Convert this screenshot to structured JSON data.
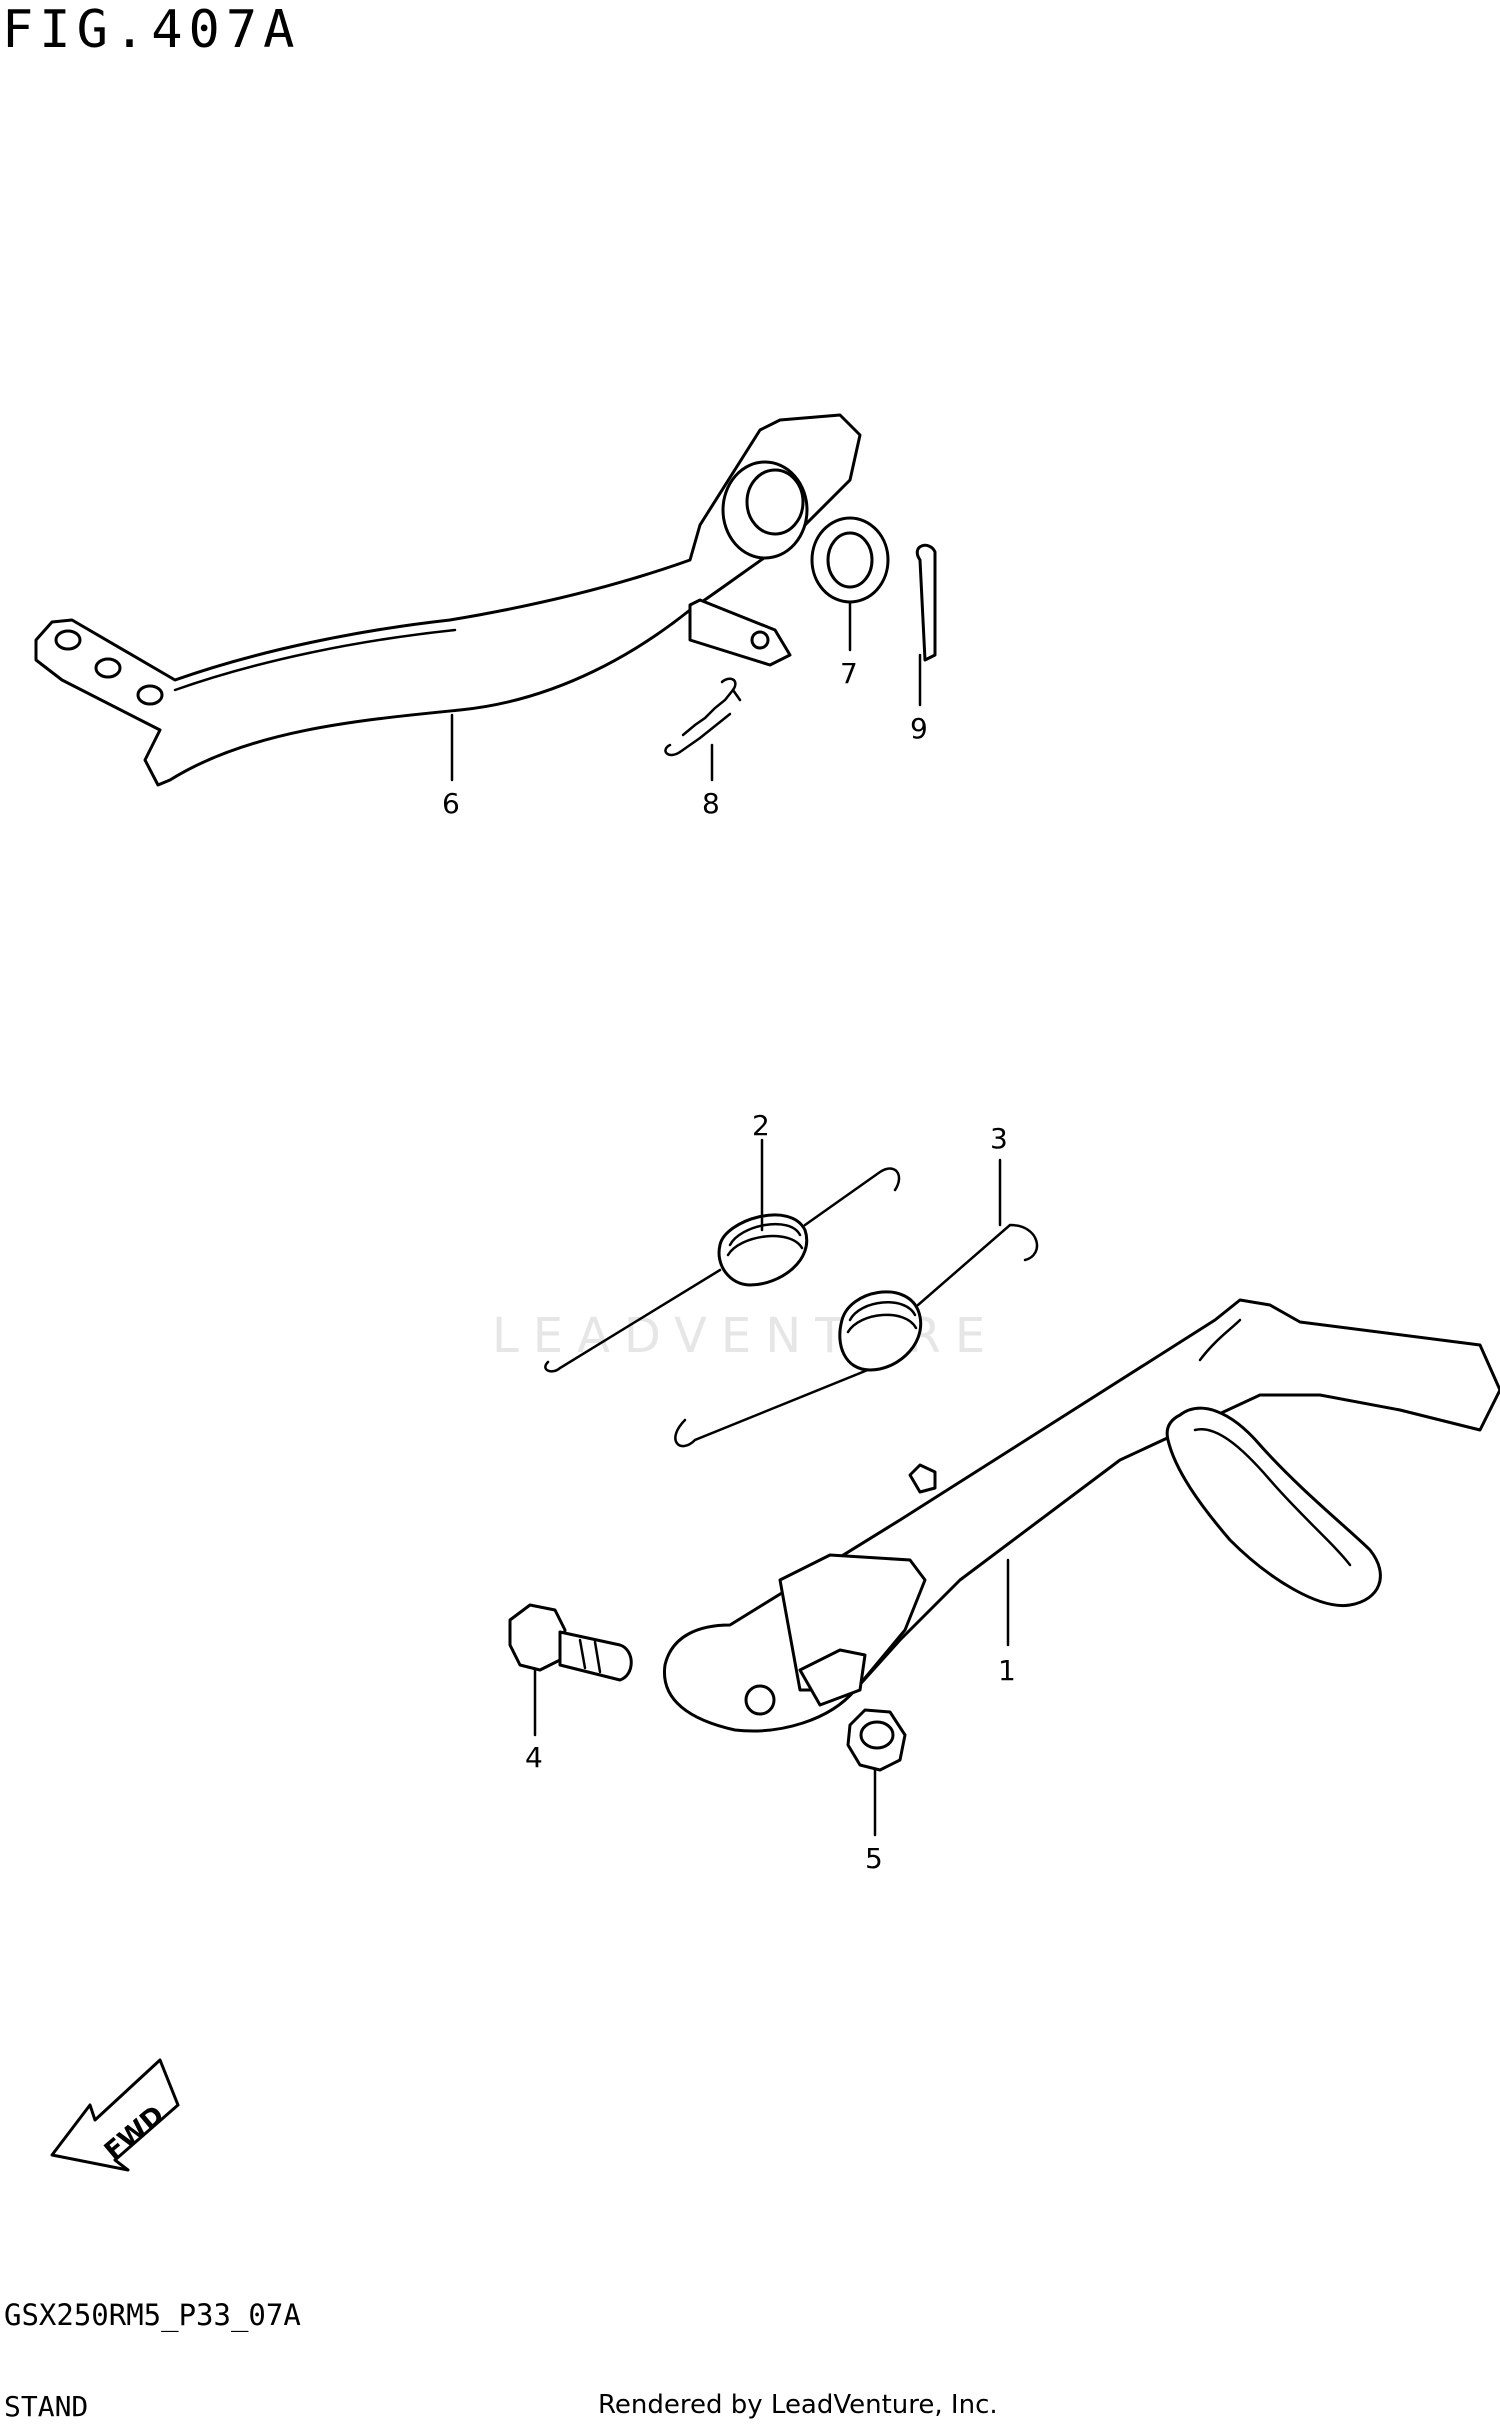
{
  "header": {
    "figure": "FIG.407A"
  },
  "callouts": {
    "p1": "1",
    "p2": "2",
    "p3": "3",
    "p4": "4",
    "p5": "5",
    "p6": "6",
    "p7": "7",
    "p8": "8",
    "p9": "9"
  },
  "fwd_label": "FWD",
  "watermark": "LEADVENTURE",
  "footer": {
    "code": "GSX250RM5_P33_07A",
    "section": "STAND",
    "credit": "Rendered by LeadVenture, Inc."
  }
}
